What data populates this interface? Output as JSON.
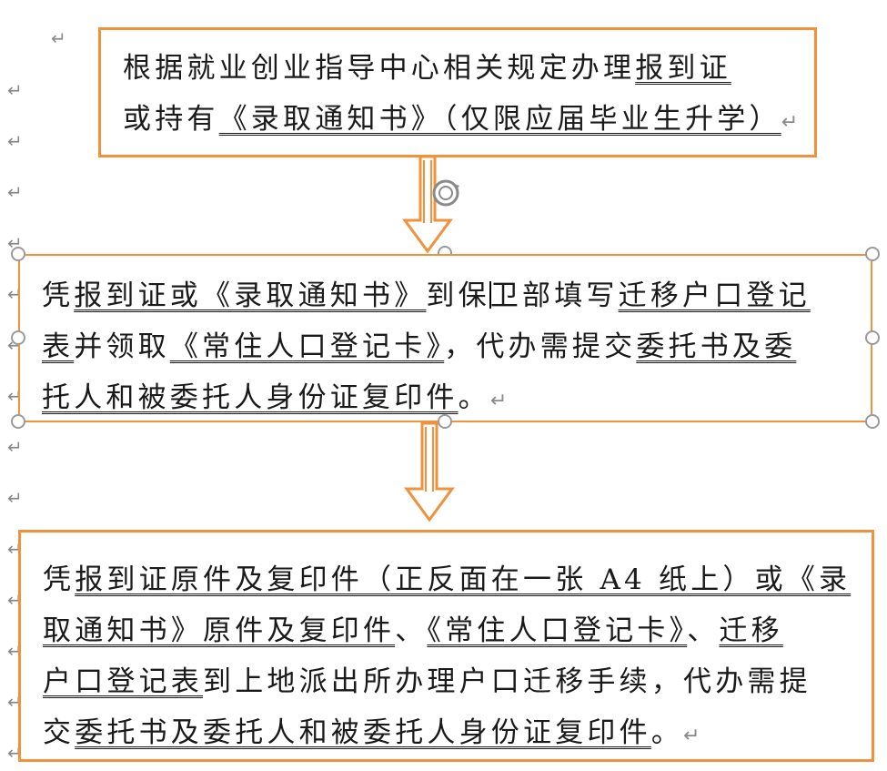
{
  "paragraph_mark": "↵",
  "box1": {
    "line1": {
      "plain": "根据就业创业指导中心相关规定办理",
      "u1": "报到证"
    },
    "line2": {
      "plain": "或持有",
      "u1": "《录取通知书》（仅限应届毕业生升学）"
    }
  },
  "box2": {
    "line1": {
      "p1": "凭",
      "u1": "报到证或《录取通知书》",
      "p2": "到保",
      "p3": "卫部填写",
      "u2": "迁移户口登记"
    },
    "line2": {
      "u1": "表",
      "p1": "并领取",
      "u2": "《常住人口登记卡》",
      "p2": "，代办需提交",
      "u3": "委托书及委"
    },
    "line3": {
      "u1": "托人和被委托人身份证复印件",
      "p1": "。"
    }
  },
  "box3": {
    "line1": {
      "p1": "凭",
      "u1": "报到证原件及复印件（正反面在一张 A4 纸上）或《录"
    },
    "line2": {
      "u1": "取通知书》原件及复印件",
      "p1": "、",
      "u2": "《常住人口登记卡》",
      "p2": "、",
      "u3": "迁移"
    },
    "line3": {
      "u1": "户口登记表",
      "p1": "到上地派出所办理户口迁移手续，代办需提"
    },
    "line4": {
      "p1": "交",
      "u1": "委托书及委托人和被委托人身份证复印件",
      "p2": "。"
    }
  },
  "colors": {
    "border": "#f0913c",
    "text": "#1a1a1a",
    "marks": "#8a8a8a"
  },
  "icons": [
    "rotate-handle-icon",
    "down-arrow-icon",
    "resize-handle-icon",
    "paragraph-mark-icon"
  ]
}
